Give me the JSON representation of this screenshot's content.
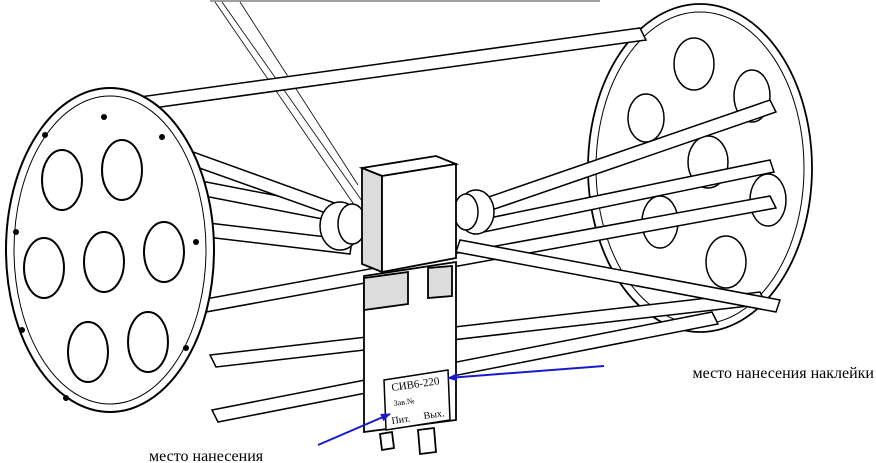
{
  "callouts": {
    "sticker_place": "место нанесения наклейки",
    "marking_place": "место нанесения"
  },
  "device": {
    "model_label": "СИВ6-220",
    "serial_label": "Зав.№",
    "input_label": "Пит.",
    "output_label": "Вых."
  },
  "colors": {
    "line": "#000000",
    "callout_arrow": "#1a1acc",
    "plate_fill": "#ffffff",
    "frame_shade": "#dcdcdc"
  }
}
